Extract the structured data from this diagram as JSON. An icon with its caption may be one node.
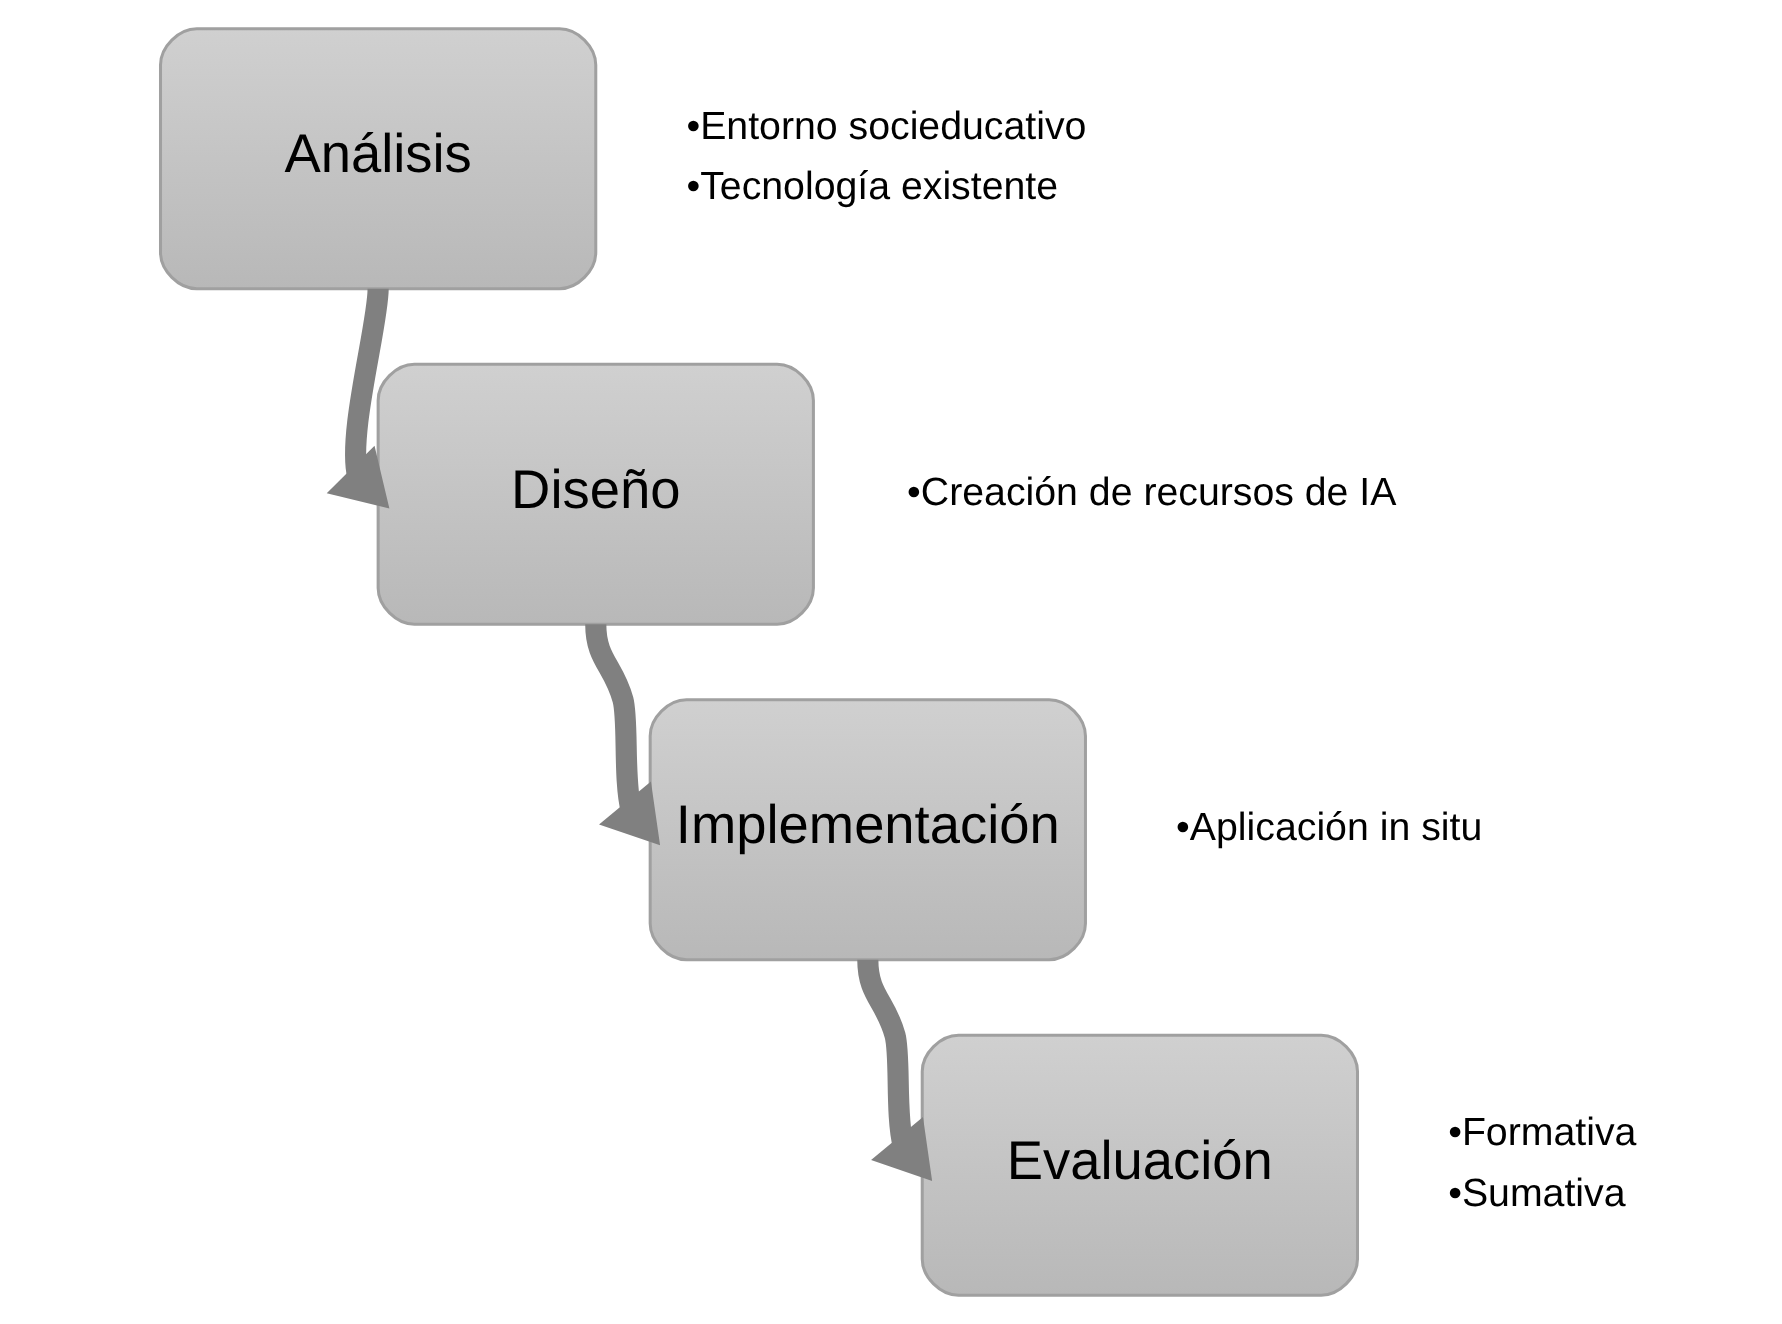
{
  "diagram": {
    "nodes": [
      {
        "text": [
          "Análisis"
        ],
        "beside": [
          "•Entorno socieducativo",
          "•Tecnología existente"
        ]
      },
      {
        "text": [
          "Diseño"
        ],
        "beside": [
          "•Creación de recursos de IA"
        ]
      },
      {
        "text": [
          "Implementación"
        ],
        "beside": [
          "•Aplicación in situ"
        ]
      },
      {
        "text": [
          "Evaluación"
        ],
        "beside": [
          "•Formativa",
          "•Sumativa"
        ]
      }
    ],
    "edges": [
      {
        "from": 0,
        "to": 1,
        "arrow": "to"
      },
      {
        "from": 1,
        "to": 2,
        "arrow": "to"
      },
      {
        "from": 2,
        "to": 3,
        "arrow": "to"
      }
    ]
  }
}
